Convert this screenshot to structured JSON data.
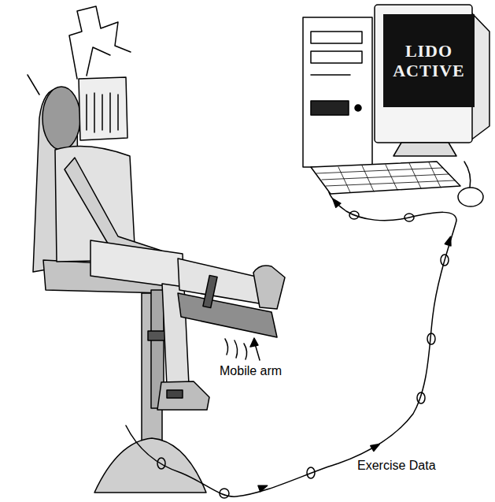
{
  "diagram": {
    "nodes": [
      {
        "text": [
          "LIDO ACTIVE"
        ]
      }
    ],
    "labels": [
      "Mobile arm",
      "Exercise Data"
    ]
  }
}
